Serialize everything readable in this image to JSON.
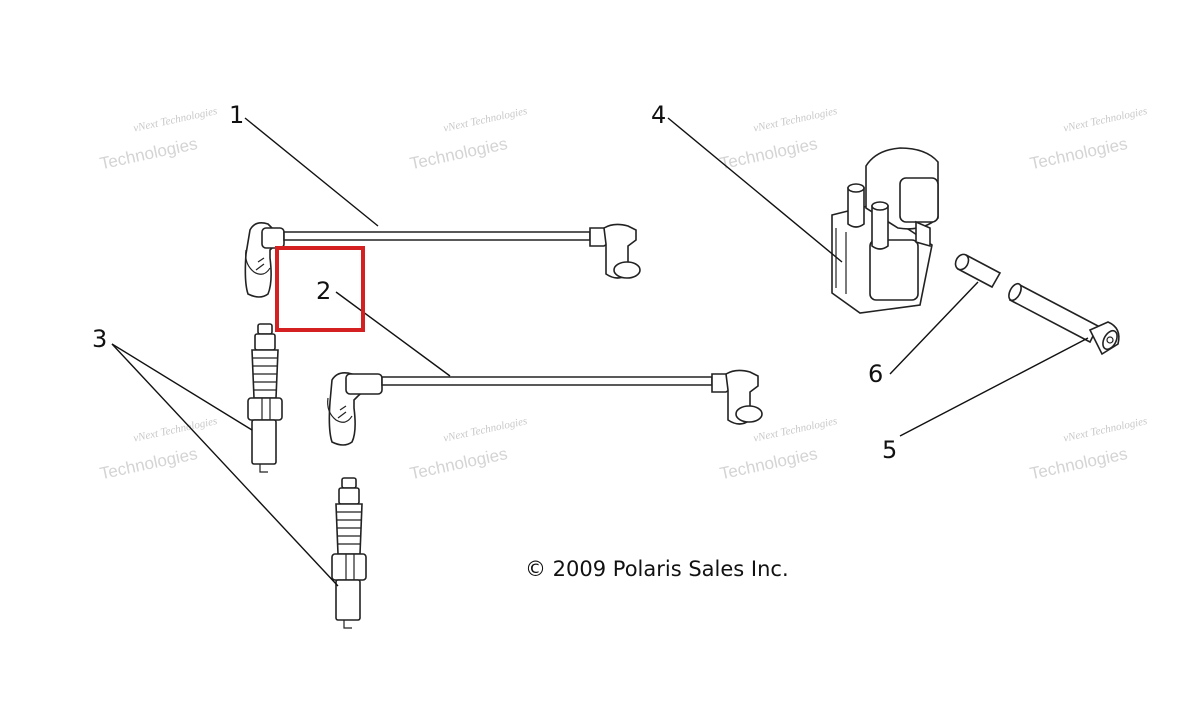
{
  "diagram": {
    "callouts": [
      {
        "id": "1",
        "label": "1"
      },
      {
        "id": "2",
        "label": "2"
      },
      {
        "id": "3",
        "label": "3"
      },
      {
        "id": "4",
        "label": "4"
      },
      {
        "id": "5",
        "label": "5"
      },
      {
        "id": "6",
        "label": "6"
      }
    ],
    "highlight": {
      "target": "2",
      "color": "#d42020"
    },
    "copyright": "© 2009 Polaris Sales Inc.",
    "watermark": {
      "line1": "vNext Technologies",
      "line2": "Technologies"
    },
    "colors": {
      "lines": "#222222",
      "watermark": "#cfcfcf",
      "highlight": "#d42020"
    }
  }
}
